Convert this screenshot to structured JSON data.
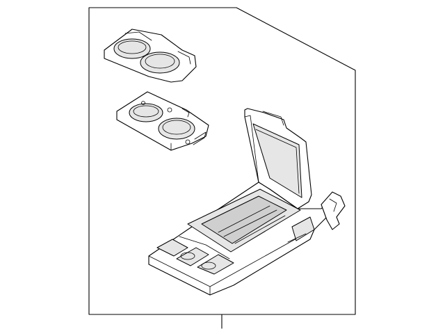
{
  "diagram": {
    "title": "",
    "parts": [
      {
        "name": "upper-cup-holder-insert"
      },
      {
        "name": "lower-cup-holder-insert"
      },
      {
        "name": "console-lid"
      },
      {
        "name": "console-base-tray"
      }
    ]
  }
}
